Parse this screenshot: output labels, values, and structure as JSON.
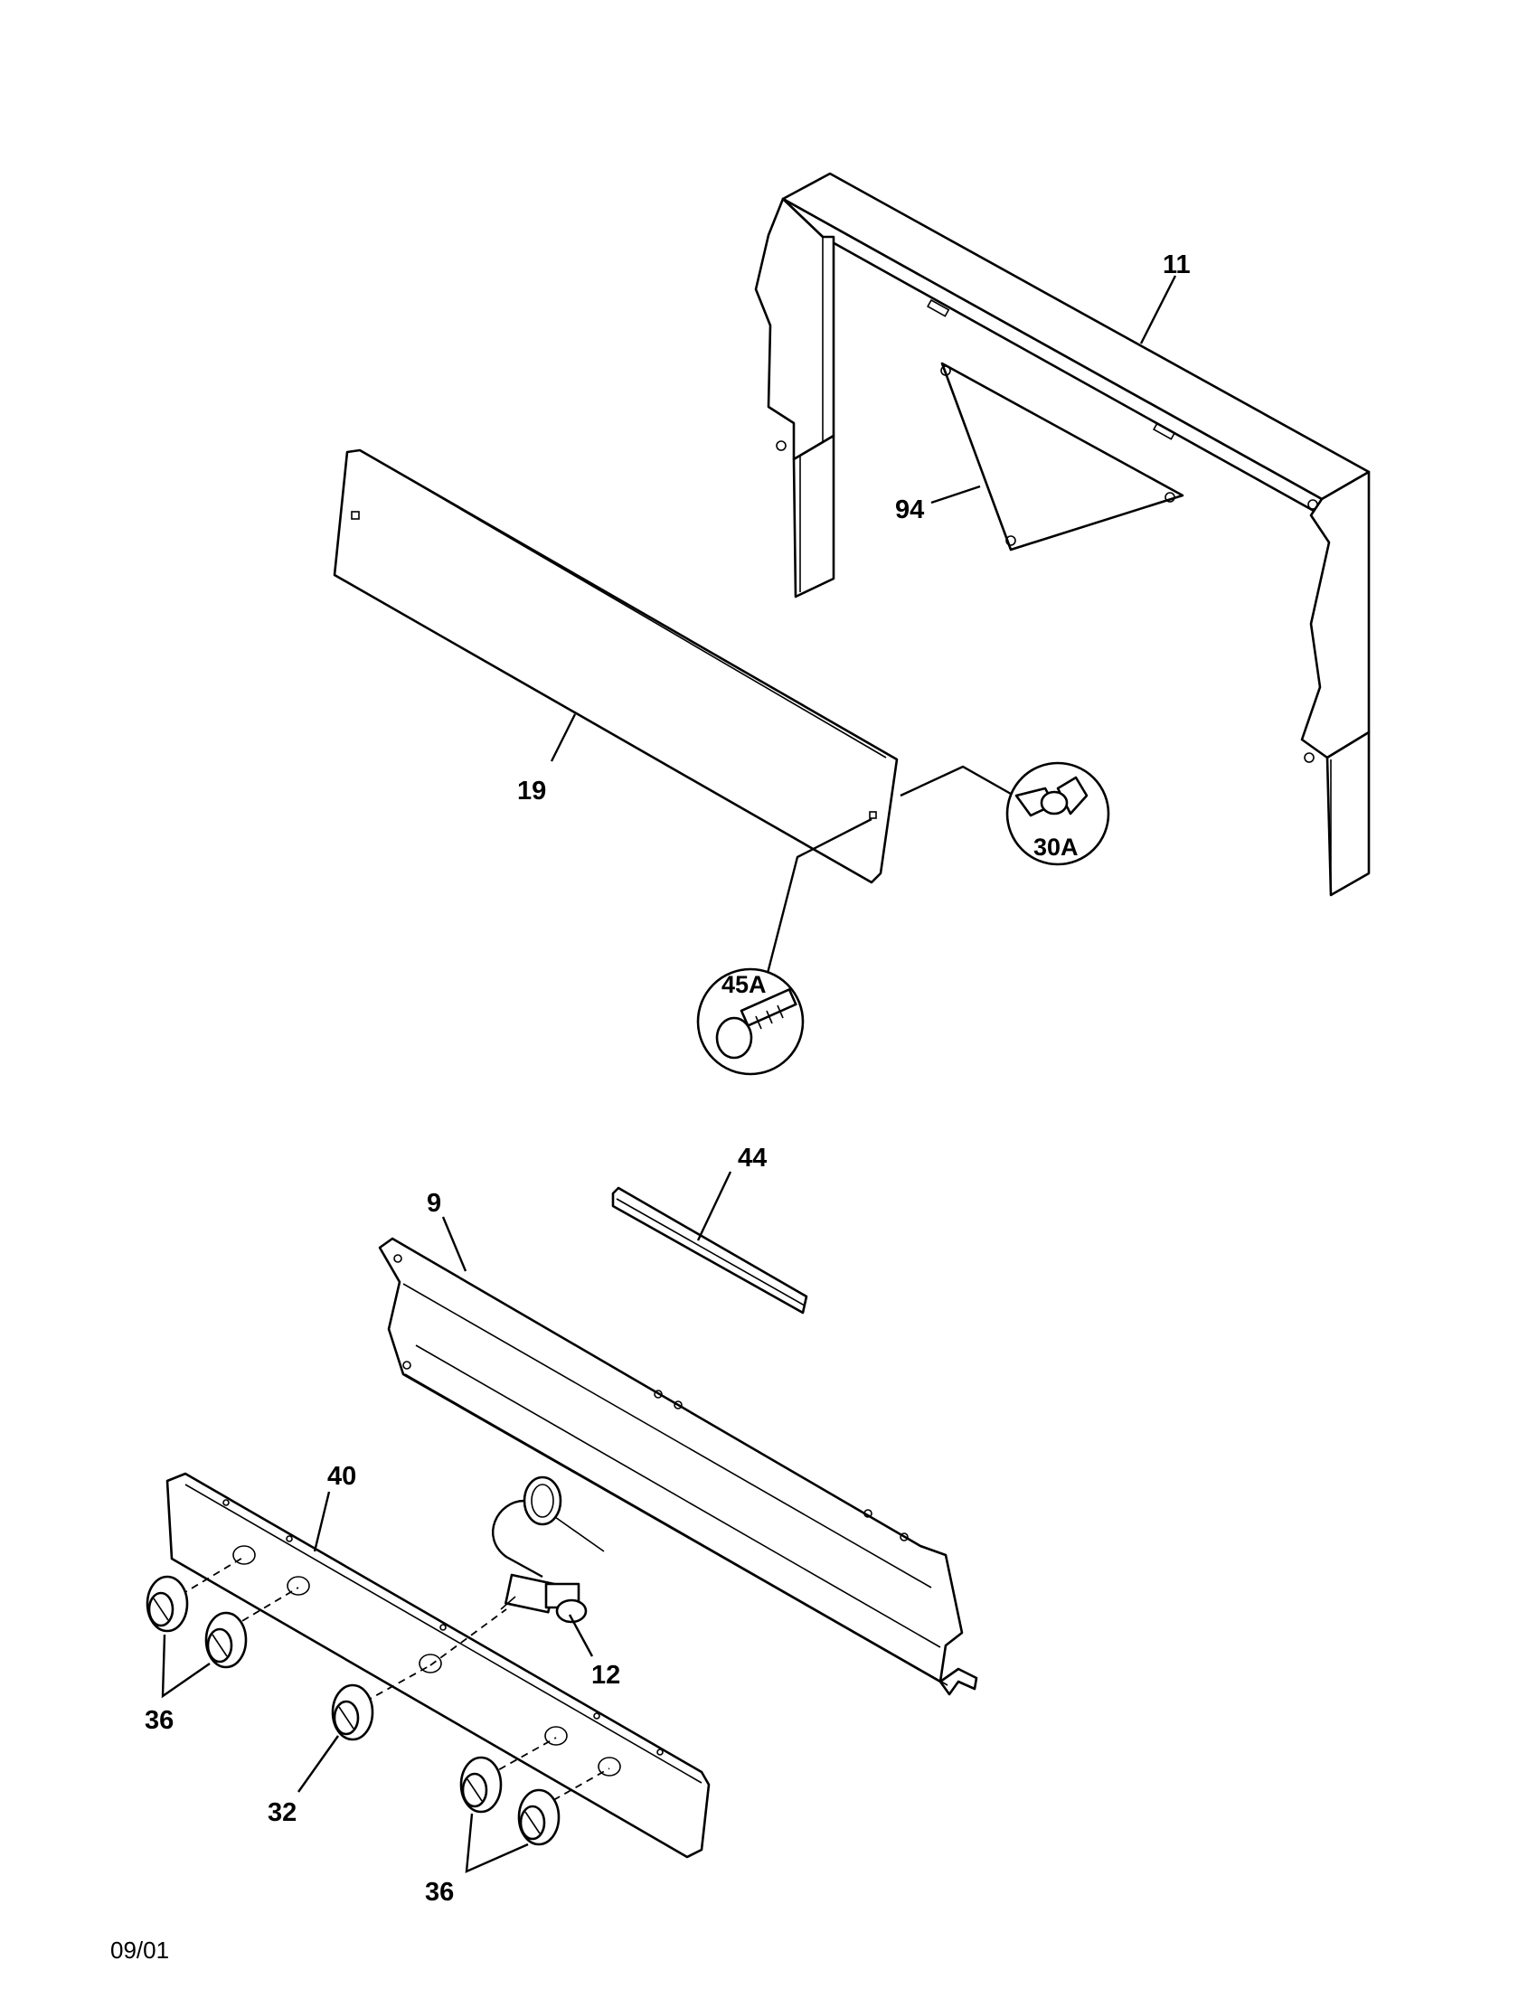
{
  "labels": {
    "part_11": "11",
    "part_94": "94",
    "part_19": "19",
    "part_30a": "30A",
    "part_45a": "45A",
    "part_44": "44",
    "part_9": "9",
    "part_40": "40",
    "part_12": "12",
    "part_36_top": "36",
    "part_32": "32",
    "part_36_bottom": "36"
  },
  "footer": {
    "date": "09/01"
  }
}
